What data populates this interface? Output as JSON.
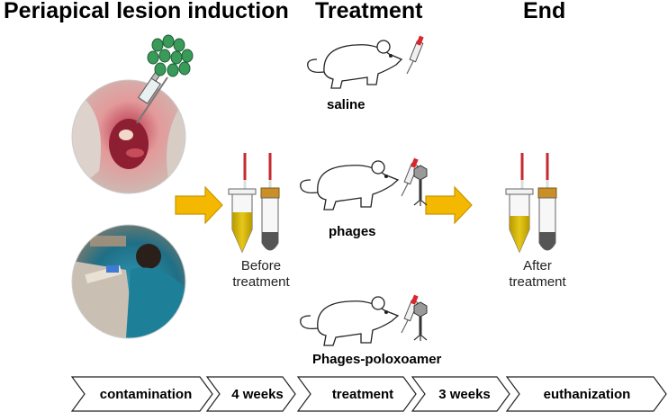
{
  "headings": {
    "induction": "Periapical lesion induction",
    "treatment": "Treatment",
    "end": "End"
  },
  "groups": [
    {
      "label": "saline"
    },
    {
      "label": "phages"
    },
    {
      "label": "Phages-poloxoamer"
    }
  ],
  "captions": {
    "before_line1": "Before",
    "before_line2": "treatment",
    "after_line1": "After",
    "after_line2": "treatment"
  },
  "timeline": [
    {
      "label": "contamination"
    },
    {
      "label": "4 weeks"
    },
    {
      "label": "treatment"
    },
    {
      "label": "3 weeks"
    },
    {
      "label": "euthanization"
    }
  ],
  "colors": {
    "arrow_fill": "#f5b800",
    "arrow_stroke": "#c99500",
    "bacteria": "#3a9a5a",
    "syringe_red": "#d9262c",
    "tube_liquid": "#d8b400",
    "tube_cap": "#c9902a",
    "mouth_photo": "#e8a09a",
    "lab_photo": "#2a8fa6"
  }
}
